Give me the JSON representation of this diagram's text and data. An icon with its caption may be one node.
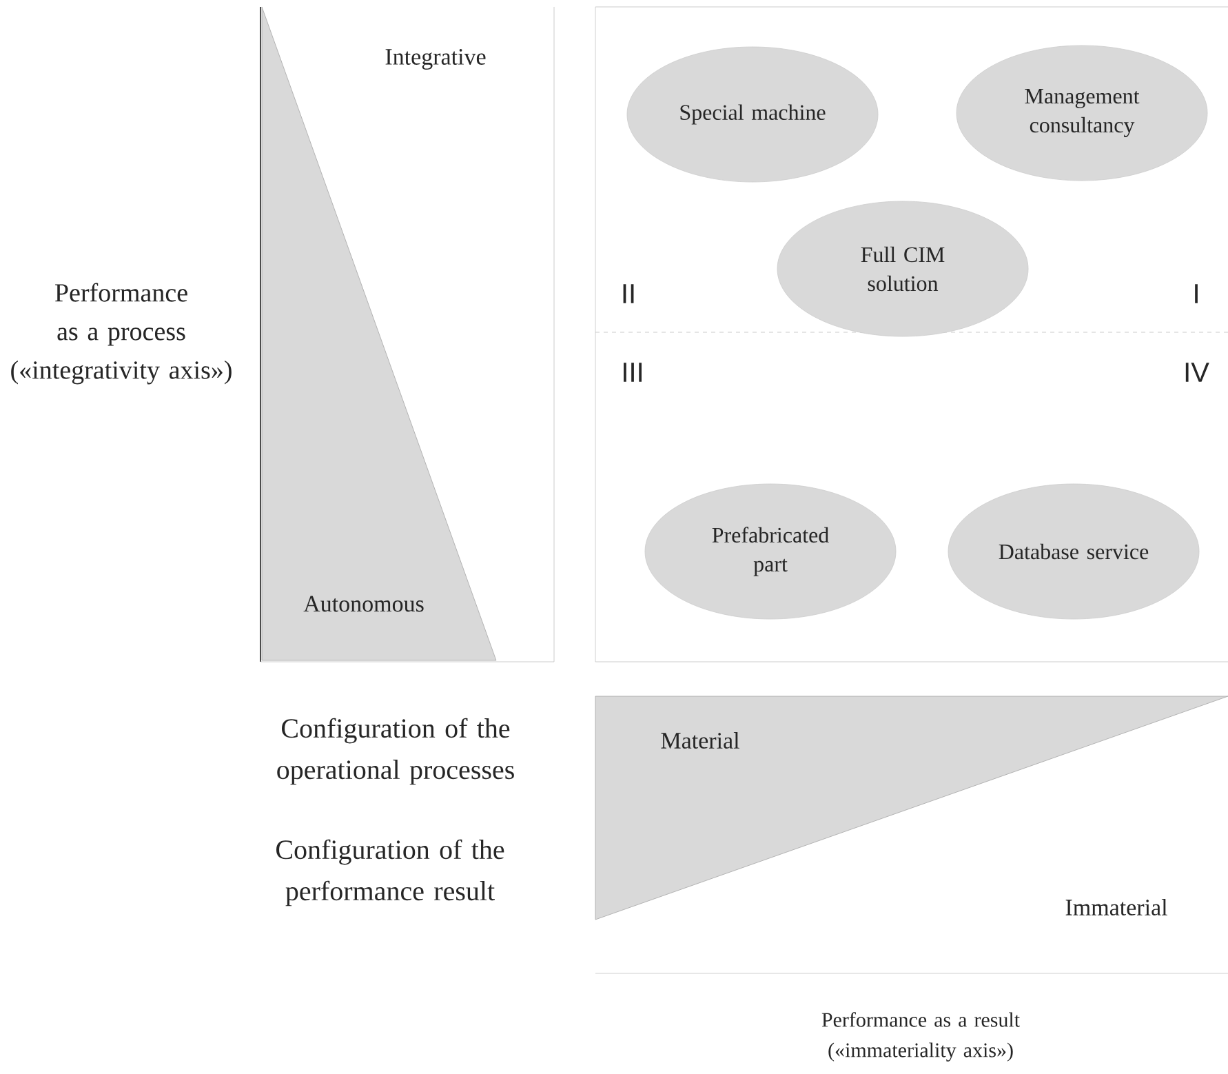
{
  "diagram": {
    "nodes": [
      {
        "text": [
          "Special machine"
        ]
      },
      {
        "text": [
          "Management consultancy"
        ]
      },
      {
        "text": [
          "Full CIM solution"
        ]
      },
      {
        "text": [
          "Prefabricated part"
        ]
      },
      {
        "text": [
          "Database service"
        ]
      }
    ],
    "labels": [
      "Integrative",
      "Performance as a process («integrativity axis»)",
      "II",
      "I",
      "III",
      "IV",
      "Autonomous",
      "Configuration of the operational processes",
      "Material",
      "Configuration of the performance result",
      "Immaterial",
      "Performance as a result («immateriality axis»)"
    ]
  }
}
